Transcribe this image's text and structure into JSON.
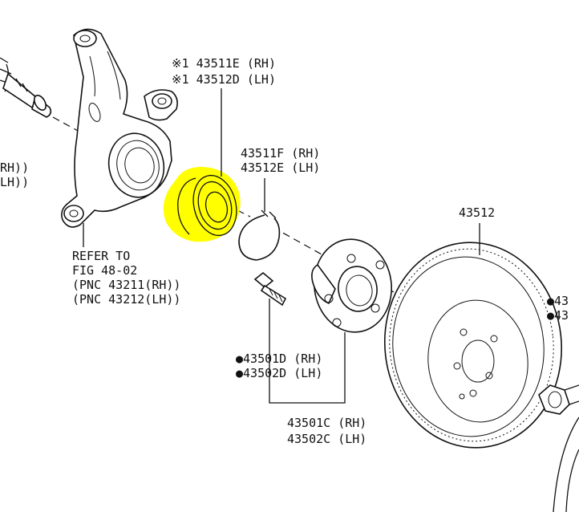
{
  "highlight_color": "#ffff00",
  "labels": {
    "bearing_rh": "※1 43511E (RH)",
    "bearing_lh": "※1 43512D (LH)",
    "snap_ring_rh": "43511F (RH)",
    "snap_ring_lh": "43512E (LH)",
    "rotor": "43512",
    "knuckle_refer_1": "REFER TO",
    "knuckle_refer_2": "FIG 48-02",
    "knuckle_refer_3": "(PNC 43211(RH))",
    "knuckle_refer_4": "(PNC 43212(LH))",
    "left_cut_rh": "RH))",
    "left_cut_lh": "LH))",
    "hub_bolt_rh": "●43501D (RH)",
    "hub_bolt_lh": "●43502D (LH)",
    "hub_rh": "43501C (RH)",
    "hub_lh": "43502C (LH)",
    "right_cut_1": "●43",
    "right_cut_2": "●43"
  }
}
